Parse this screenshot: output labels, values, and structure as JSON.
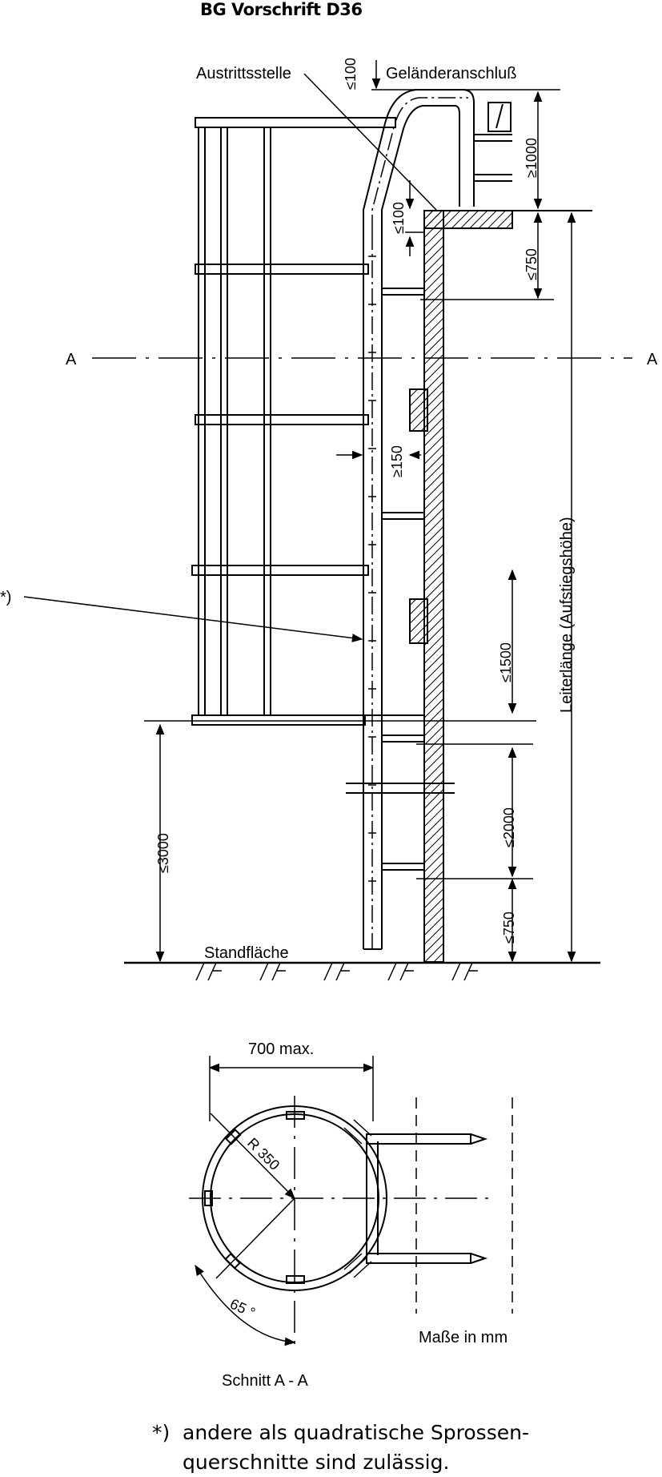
{
  "title": "BG Vorschrift D36",
  "elevation": {
    "labels": {
      "exit_point": "Austrittsstelle",
      "railing_connection": "Geländeranschluß",
      "standing_surface": "Standfläche",
      "footnote_marker": "*)"
    },
    "section_marks": {
      "left": "A",
      "right": "A"
    },
    "dimensions": {
      "top_offset": "≤100",
      "railing_height": "≥1000",
      "exit_offset": "≤100",
      "upper_guard_gap": "≤750",
      "clearance_wall": "≥150",
      "hoop_spacing": "≤1500",
      "first_hoop_height": "≤3000",
      "rung_landing": "≤2000",
      "bottom_rung": "≤750",
      "ladder_length": "Leiterlänge (Aufstiegshöhe)"
    }
  },
  "section": {
    "width_label": "700 max.",
    "radius_label": "R 350",
    "angle_label": "65 °",
    "units_label": "Maße in mm",
    "caption": "Schnitt A - A"
  },
  "footnote": {
    "marker": "*)",
    "line1": "andere als quadratische Sprossen-",
    "line2": "querschnitte sind zulässig."
  }
}
